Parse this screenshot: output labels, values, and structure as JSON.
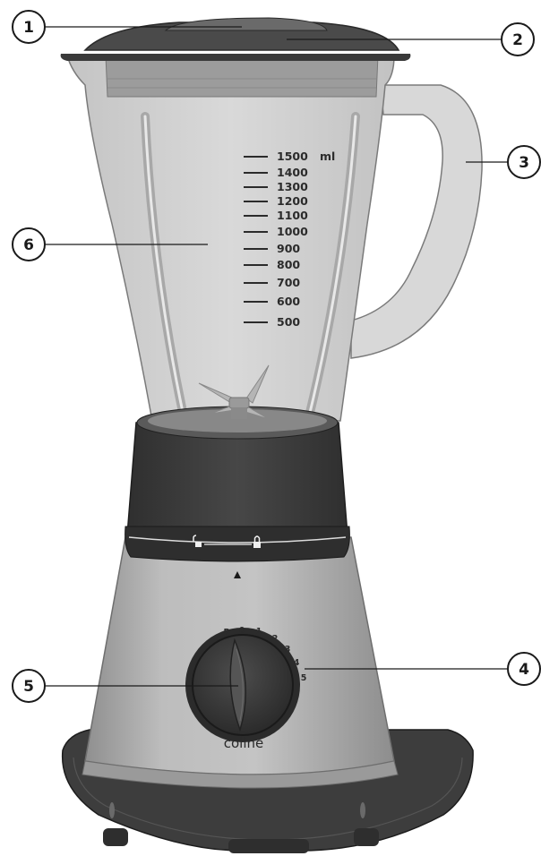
{
  "callouts": [
    {
      "id": "1",
      "label": "1"
    },
    {
      "id": "2",
      "label": "2"
    },
    {
      "id": "3",
      "label": "3"
    },
    {
      "id": "4",
      "label": "4"
    },
    {
      "id": "5",
      "label": "5"
    },
    {
      "id": "6",
      "label": "6"
    }
  ],
  "scale": {
    "unit": "ml",
    "marks": [
      "1500",
      "1400",
      "1300",
      "1200",
      "1100",
      "1000",
      "900",
      "800",
      "700",
      "600",
      "500"
    ]
  },
  "dial": {
    "positions": [
      "P",
      "0",
      "1",
      "2",
      "3",
      "4",
      "5"
    ]
  },
  "brand": "coline",
  "lock_indicator": {
    "unlocked_icon": "unlocked-padlock-icon",
    "locked_icon": "locked-padlock-icon",
    "arrow_icon": "triangle-up-icon"
  },
  "colors": {
    "jug_glass": "#d2d2d2",
    "lid": "#4a4a4a",
    "collar": "#3c3c3c",
    "body": "#b3b3b3",
    "base": "#3d3d3d",
    "knob": "#3a3a3a"
  }
}
